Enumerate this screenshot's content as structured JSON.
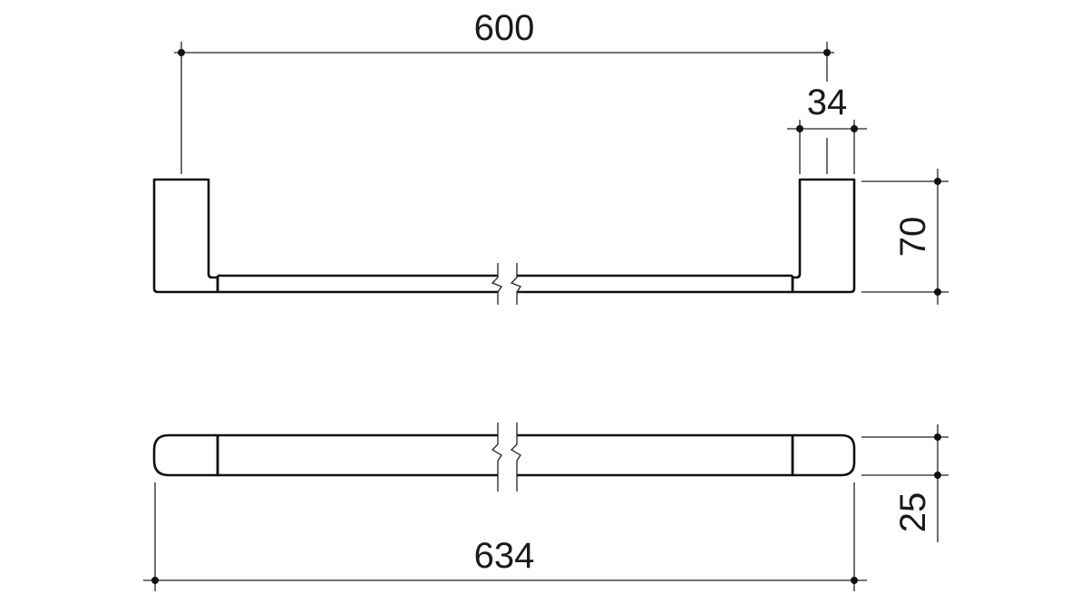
{
  "drawing": {
    "colors": {
      "line": "#111111",
      "background": "#ffffff"
    },
    "dimensions": {
      "total_width_top": "600",
      "bracket_width": "34",
      "bracket_height": "70",
      "bar_depth": "25",
      "overall_length": "634"
    }
  }
}
